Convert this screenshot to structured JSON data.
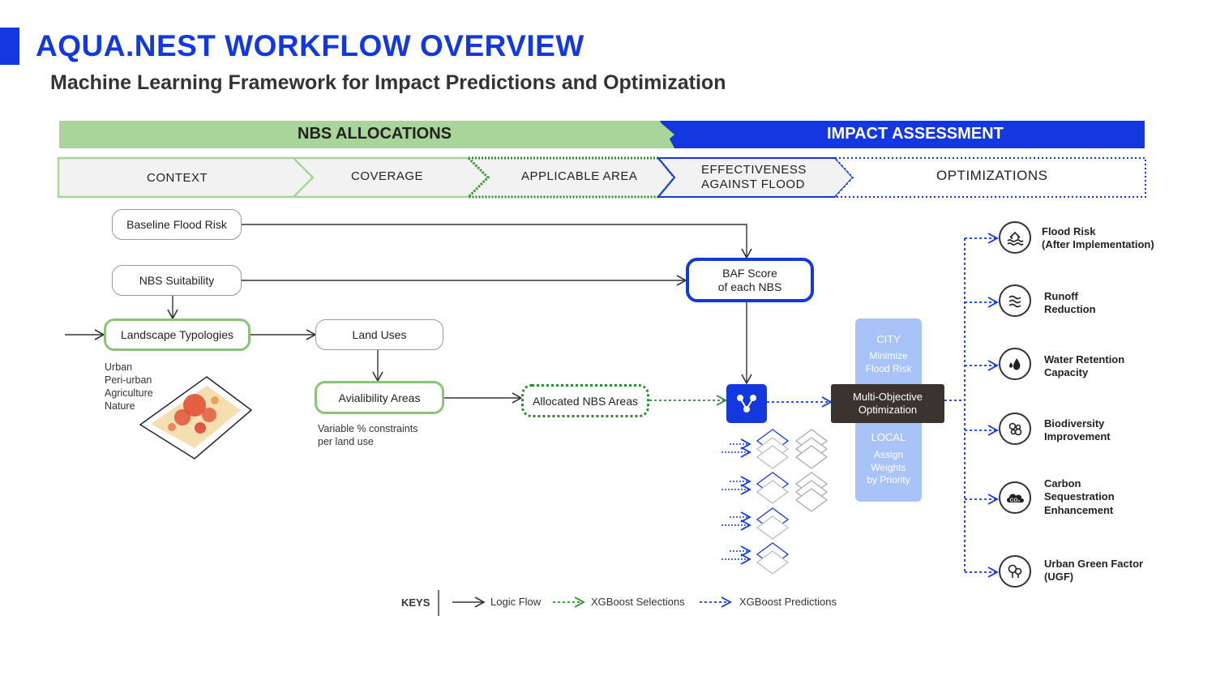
{
  "header": {
    "title": "AQUA.NEST WORKFLOW OVERVIEW",
    "subtitle": "Machine Learning Framework for Impact Predictions and Optimization"
  },
  "bands": {
    "left": "NBS ALLOCATIONS",
    "right": "IMPACT ASSESSMENT"
  },
  "stages": {
    "context": "CONTEXT",
    "coverage": "COVERAGE",
    "applicable": "APPLICABLE AREA",
    "effectiveness_1": "EFFECTIVENESS",
    "effectiveness_2": "AGAINST FLOOD",
    "optimizations": "OPTIMIZATIONS"
  },
  "nodes": {
    "baseline": "Baseline Flood Risk",
    "suitability": "NBS Suitability",
    "typologies": "Landscape Typologies",
    "land_uses": "Land Uses",
    "availability": "Avialibility Areas",
    "allocated": "Allocated NBS Areas",
    "baf_1": "BAF Score",
    "baf_2": "of each NBS",
    "moo_1": "Multi-Objective",
    "moo_2": "Optimization"
  },
  "typology_list": [
    "Urban",
    "Peri-urban",
    "Agriculture",
    "Nature"
  ],
  "constraints_note": [
    "Variable % constraints",
    "per land use"
  ],
  "city_panel": {
    "city": "CITY",
    "city_goal_1": "Minimize",
    "city_goal_2": "Flood Risk",
    "local": "LOCAL",
    "local_goal_1": "Assign",
    "local_goal_2": "Weights",
    "local_goal_3": "by Priority"
  },
  "outputs": [
    {
      "icon": "flood-wave-icon",
      "line1": "Flood Risk",
      "line2": "(After Implementation)",
      "line3": ""
    },
    {
      "icon": "runoff-icon",
      "line1": "Runoff",
      "line2": "Reduction",
      "line3": ""
    },
    {
      "icon": "water-drops-icon",
      "line1": "Water Retention",
      "line2": "Capacity",
      "line3": ""
    },
    {
      "icon": "biodiversity-icon",
      "line1": "Biodiversity",
      "line2": "Improvement",
      "line3": ""
    },
    {
      "icon": "co2-cloud-icon",
      "line1": "Carbon",
      "line2": "Sequestration",
      "line3": "Enhancement"
    },
    {
      "icon": "trees-icon",
      "line1": "Urban Green Factor",
      "line2": "(UGF)",
      "line3": ""
    }
  ],
  "co2_text": "CO₂",
  "keys": {
    "title": "KEYS",
    "logic": "Logic Flow",
    "selections": "XGBoost Selections",
    "predictions": "XGBoost Predictions"
  },
  "colors": {
    "accent_blue": "#1438e0",
    "band_green": "#a9d59a",
    "node_green": "#8ac47a",
    "dotted_green": "#2e8b2e",
    "panel_blue": "#a8c3f8",
    "dark_box": "#3b3330"
  }
}
